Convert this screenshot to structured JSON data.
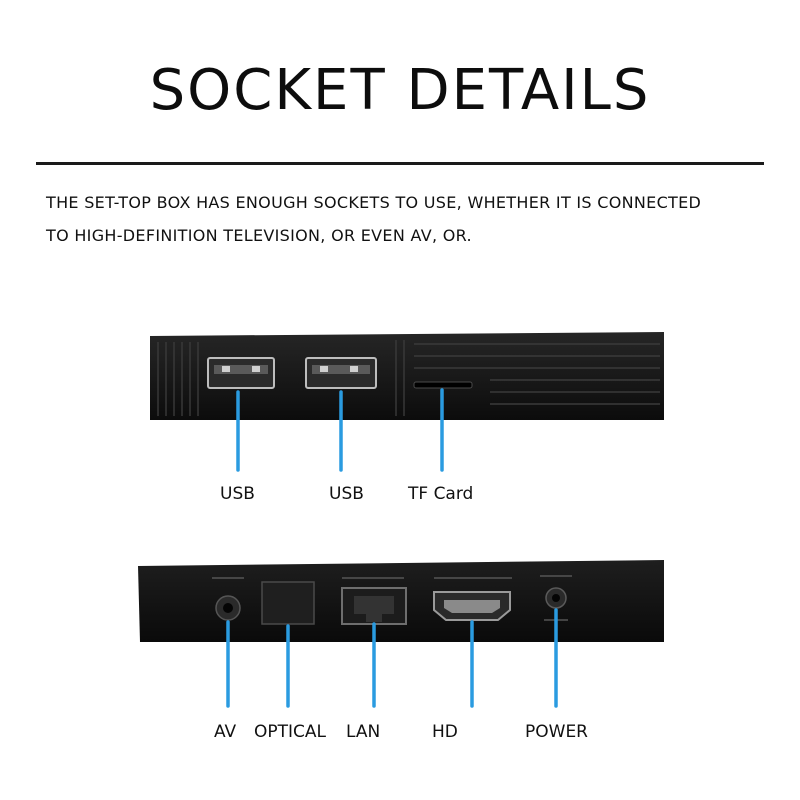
{
  "header": {
    "title": "SOCKET DETAILS",
    "description_lines": [
      "THE SET-TOP BOX HAS ENOUGH SOCKETS TO USE, WHETHER IT IS CONNECTED",
      "TO HIGH-DEFINITION TELEVISION, OR EVEN AV, OR."
    ]
  },
  "side_panel": {
    "ports": [
      {
        "label": "USB",
        "icon": "usb-port-icon"
      },
      {
        "label": "USB",
        "icon": "usb-port-icon"
      },
      {
        "label": "TF Card",
        "icon": "tf-card-slot-icon"
      }
    ]
  },
  "back_panel": {
    "ports": [
      {
        "label": "AV",
        "icon": "av-jack-icon"
      },
      {
        "label": "OPTICAL",
        "icon": "optical-port-icon"
      },
      {
        "label": "LAN",
        "icon": "lan-port-icon"
      },
      {
        "label": "HD",
        "icon": "hdmi-port-icon"
      },
      {
        "label": "POWER",
        "icon": "power-jack-icon"
      }
    ]
  },
  "colors": {
    "device_body": "#151515",
    "leader_line": "#2a9be0",
    "text": "#111111"
  }
}
